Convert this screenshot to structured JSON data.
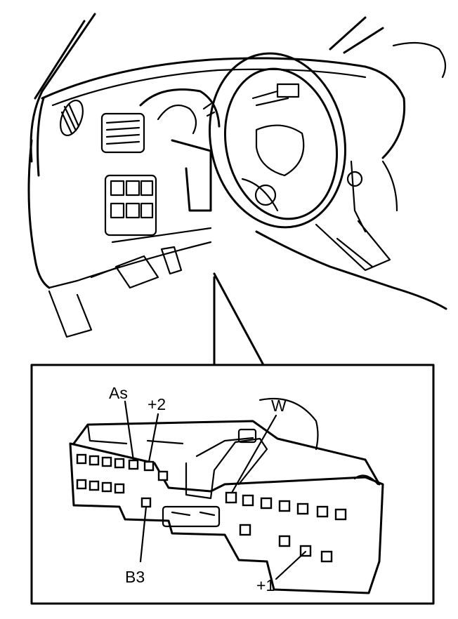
{
  "labels": {
    "as": "As",
    "plus2": "+2",
    "w": "W",
    "b3": "B3",
    "plus1": "+1"
  },
  "colors": {
    "ink": "#000000",
    "paper": "#ffffff"
  }
}
